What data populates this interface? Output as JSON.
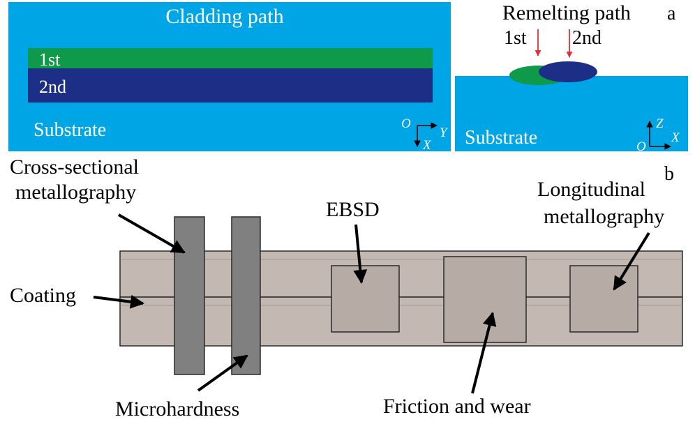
{
  "colors": {
    "substrate": "#00A5E6",
    "first_track": "#0F9A4A",
    "second_track": "#1D2E87",
    "remelt_arrow": "#E0303A",
    "coating_fill": "#C4B8B2",
    "coating_stroke": "#2A2A2A",
    "cut_slab": "#808080",
    "cut_slab_light": "#A8A8A8",
    "sample_box": "#B7ABA5"
  },
  "panel_a": {
    "label": "a",
    "top_view": {
      "title": "Cladding path",
      "track1": "1st",
      "track2": "2nd",
      "substrate": "Substrate",
      "axes": {
        "origin": "O",
        "y": "Y",
        "x": "X"
      }
    },
    "side_view": {
      "title": "Remelting path",
      "first": "1st",
      "second": "2nd",
      "substrate": "Substrate",
      "axes": {
        "z": "Z",
        "origin": "O",
        "x": "X"
      }
    }
  },
  "panel_b": {
    "label": "b",
    "labels": {
      "cross_line1": "Cross-sectional",
      "cross_line2": "metallography",
      "ebsd": "EBSD",
      "long_line1": "Longitudinal",
      "long_line2": "metallography",
      "coating": "Coating",
      "microhardness": "Microhardness",
      "friction": "Friction and wear"
    }
  }
}
